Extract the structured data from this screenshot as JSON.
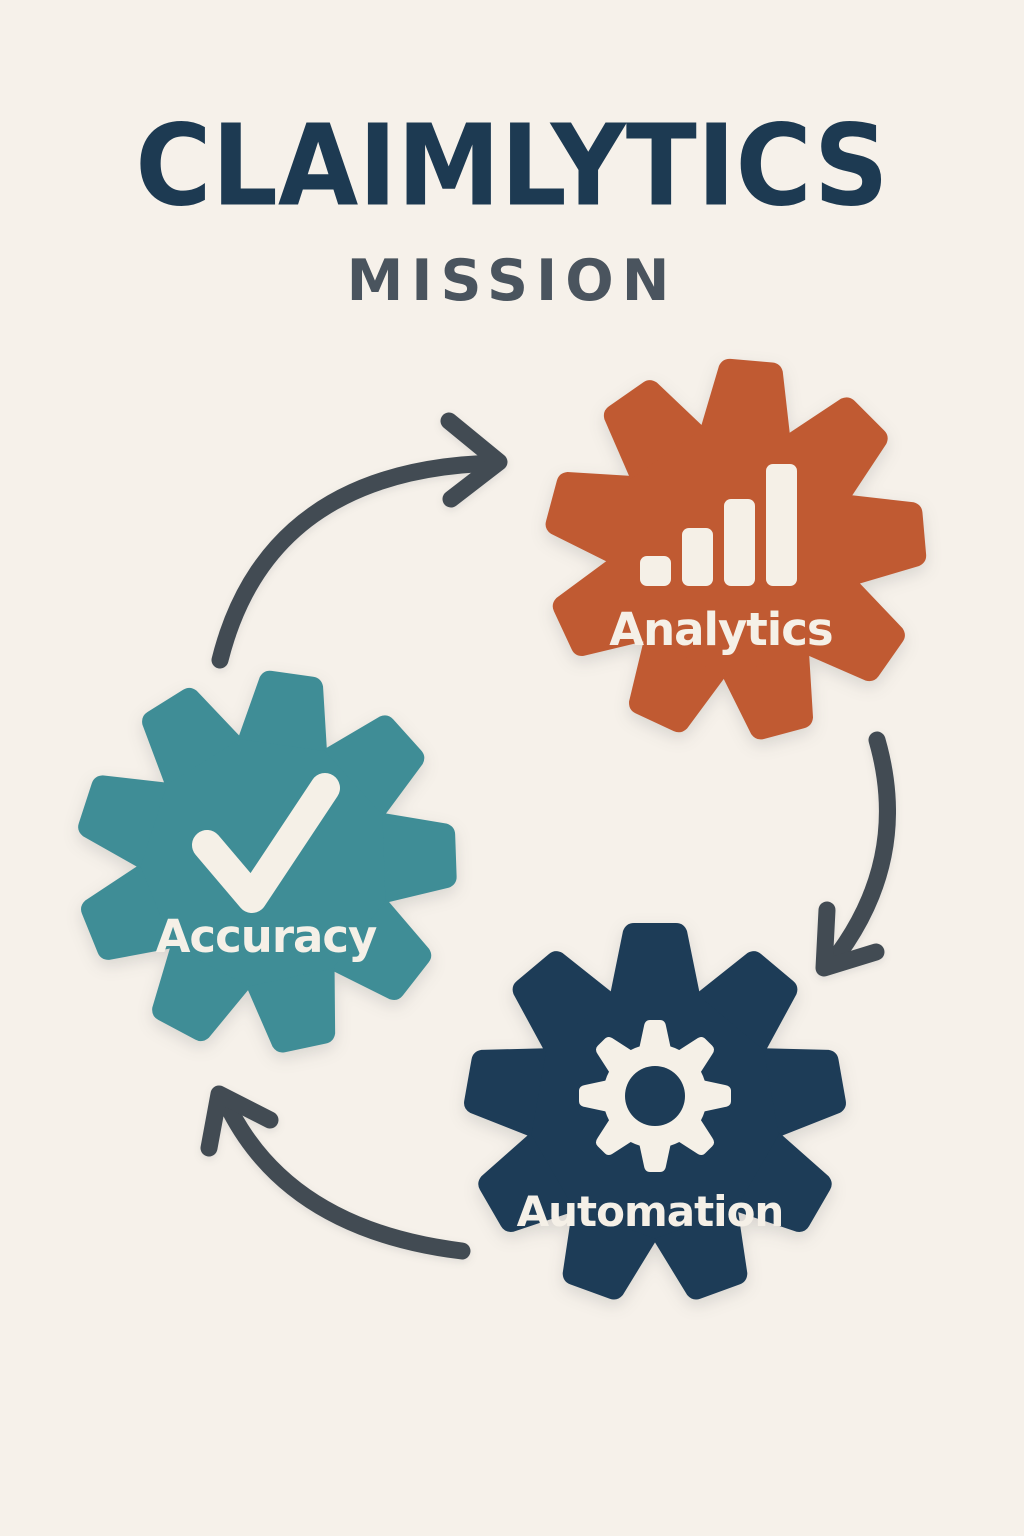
{
  "poster": {
    "title": "CLAIMLYTICS",
    "subtitle": "MISSION",
    "title_color": "#1d3a52",
    "subtitle_color": "#4a545e",
    "background_color": "#f6f1ea"
  },
  "diagram": {
    "type": "cycle",
    "arrow_color": "#424b53",
    "icon_color": "#f5f0e7",
    "label_color": "#f5f0e7",
    "nodes": [
      {
        "label": "Analytics",
        "icon": "bar-chart-icon",
        "color": "#c05a32"
      },
      {
        "label": "Accuracy",
        "icon": "checkmark-icon",
        "color": "#3f8d96"
      },
      {
        "label": "Automation",
        "icon": "gear-icon",
        "color": "#1d3c57"
      }
    ],
    "flow": [
      "Accuracy → Analytics",
      "Analytics → Automation",
      "Automation → Accuracy"
    ]
  }
}
